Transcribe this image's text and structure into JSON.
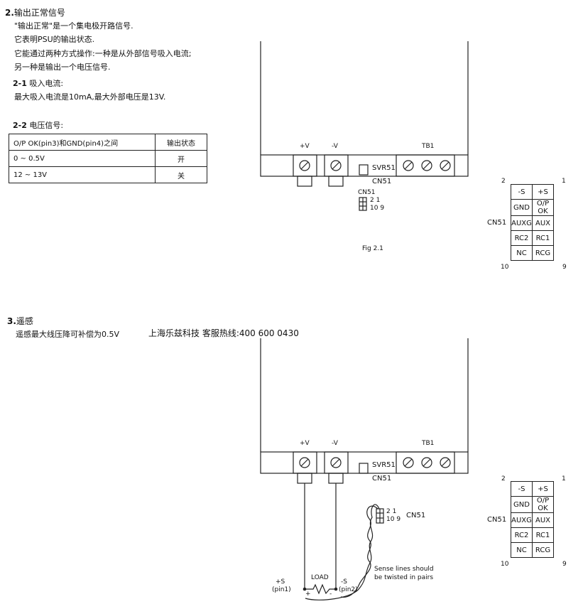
{
  "section2": {
    "title_num": "2.",
    "title": "输出正常信号",
    "lines": [
      "\"输出正常\"是一个集电极开路信号.",
      "它表明PSU的输出状态.",
      "它能通过两种方式操作:一种是从外部信号吸入电流;",
      "另一种是输出一个电压信号."
    ],
    "sub1_num": "2-1",
    "sub1_title": "吸入电流:",
    "sub1_text": "最大吸入电流是10mA,最大外部电压是13V.",
    "sub2_num": "2-2",
    "sub2_title": "电压信号:",
    "table": {
      "headers": [
        "O/P OK(pin3)和GND(pin4)之间",
        "输出状态"
      ],
      "rows": [
        [
          "0 ~ 0.5V",
          "开"
        ],
        [
          "12 ~ 13V",
          "关"
        ]
      ]
    }
  },
  "section3": {
    "title_num": "3.",
    "title": "遥感",
    "text": "遥感最大线压降可补偿为0.5V",
    "hotline": "上海乐兹科技 客服热线:400 600 0430"
  },
  "diagram1": {
    "plus_v": "+V",
    "minus_v": "-V",
    "tb1": "TB1",
    "svr51": "SVR51",
    "cn51": "CN51",
    "cn51_small": "CN51",
    "pin_top": "2    1",
    "pin_bottom": "10  9",
    "fig_caption": "Fig 2.1"
  },
  "diagram2": {
    "plus_v": "+V",
    "minus_v": "-V",
    "tb1": "TB1",
    "svr51": "SVR51",
    "cn51": "CN51",
    "pin_top": "2    1",
    "pin_bottom": "10  9",
    "cn51_side": "CN51",
    "load": "LOAD",
    "plus_s": "+S",
    "pin1": "(pin1)",
    "minus_s": "-S",
    "pin2": "(pin2)",
    "plus_sign": "+",
    "minus_sign": "-",
    "sense_note_1": "Sense lines should",
    "sense_note_2": "be twisted  in pairs"
  },
  "pinout": {
    "corner_tl": "2",
    "corner_tr": "1",
    "corner_bl": "10",
    "corner_br": "9",
    "side_label": "CN51",
    "rows": [
      [
        "-S",
        "+S"
      ],
      [
        "GND",
        "O/P OK"
      ],
      [
        "AUXG",
        "AUX"
      ],
      [
        "RC2",
        "RC1"
      ],
      [
        "NC",
        "RCG"
      ]
    ]
  }
}
